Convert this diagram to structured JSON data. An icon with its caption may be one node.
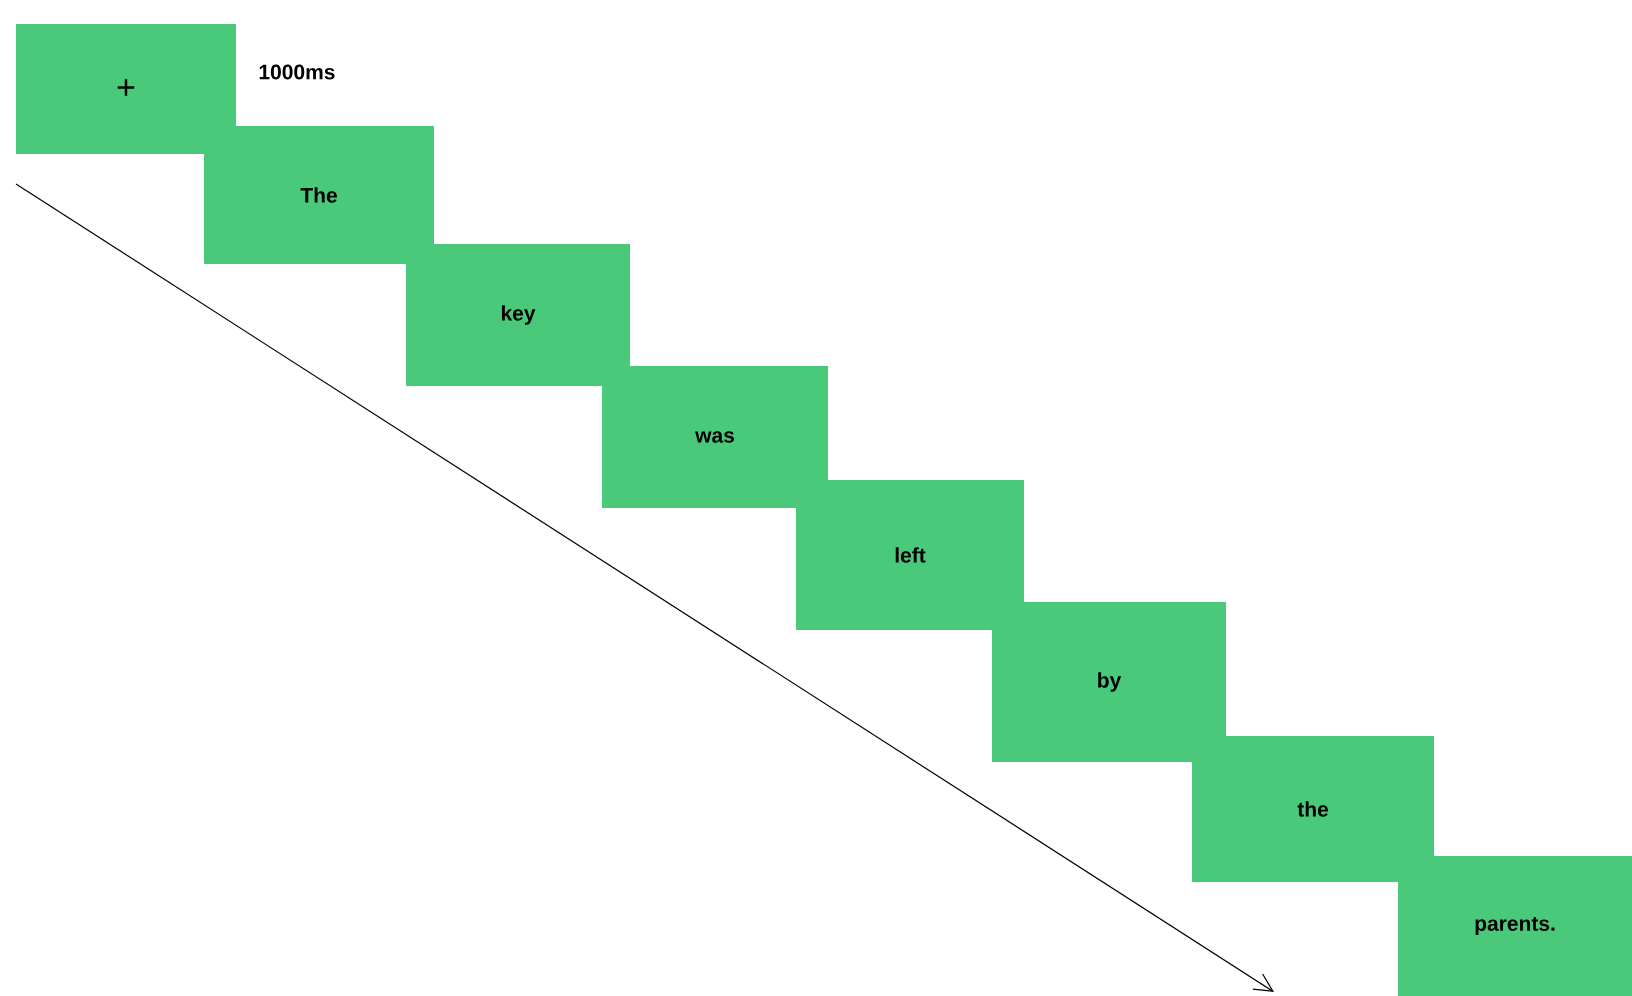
{
  "diagram": {
    "nodes": [
      {
        "text": [
          "+"
        ],
        "beside": [
          "1000ms"
        ]
      },
      {
        "text": [
          "The"
        ]
      },
      {
        "text": [
          "key"
        ]
      },
      {
        "text": [
          "was"
        ]
      },
      {
        "text": [
          "left"
        ]
      },
      {
        "text": [
          "by"
        ]
      },
      {
        "text": [
          "the"
        ]
      },
      {
        "text": [
          "parents."
        ]
      }
    ]
  }
}
